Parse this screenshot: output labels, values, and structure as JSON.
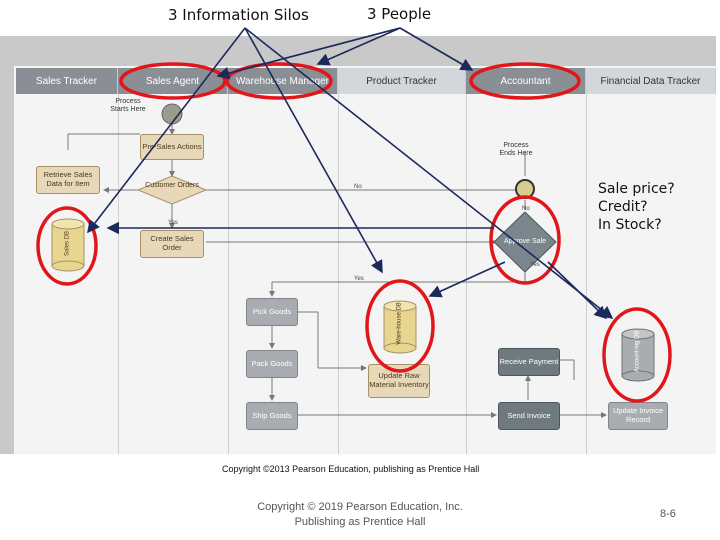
{
  "labels": {
    "silos": "3 Information Silos",
    "people": "3 People"
  },
  "lanes": [
    "Sales Tracker",
    "Sales Agent",
    "Warehouse Manager",
    "Product Tracker",
    "Accountant",
    "Financial Data Tracker"
  ],
  "notes": {
    "process_starts": "Process Starts Here",
    "process_ends": "Process Ends Here",
    "no_1": "No",
    "no_2": "No",
    "yes_1": "Yes",
    "yes_2": "Yes",
    "yes_3": "Yes"
  },
  "nodes": {
    "pre_sales": "Pre-Sales Actions",
    "retrieve": "Retrieve Sales Data for Item",
    "customer_orders": "Customer Orders",
    "create_sales": "Create Sales Order",
    "sales_db": "Sales DB",
    "approve_sale": "Approve Sale",
    "pick_goods": "Pick Goods",
    "pack_goods": "Pack Goods",
    "ship_goods": "Ship Goods",
    "warehouse_db": "Ware-house DB",
    "update_raw": "Update Raw Material Inventory",
    "receive_payment": "Receive Payment",
    "send_invoice": "Send Invoice",
    "accounting_db": "Account-ing DB",
    "update_invoice": "Update Invoice Record"
  },
  "questions": [
    "Sale price?",
    "Credit?",
    "In Stock?"
  ],
  "image_copyright": "Copyright ©2013 Pearson Education, publishing as Prentice Hall",
  "footer": {
    "line1": "Copyright © 2019 Pearson Education, Inc.",
    "line2": "Publishing as Prentice Hall",
    "page": "8-6"
  },
  "colors": {
    "highlight": "#e0161b",
    "arrow": "#1b2a5a",
    "lane_header": "#8a8f96",
    "db_fill": "#e8d58f"
  }
}
